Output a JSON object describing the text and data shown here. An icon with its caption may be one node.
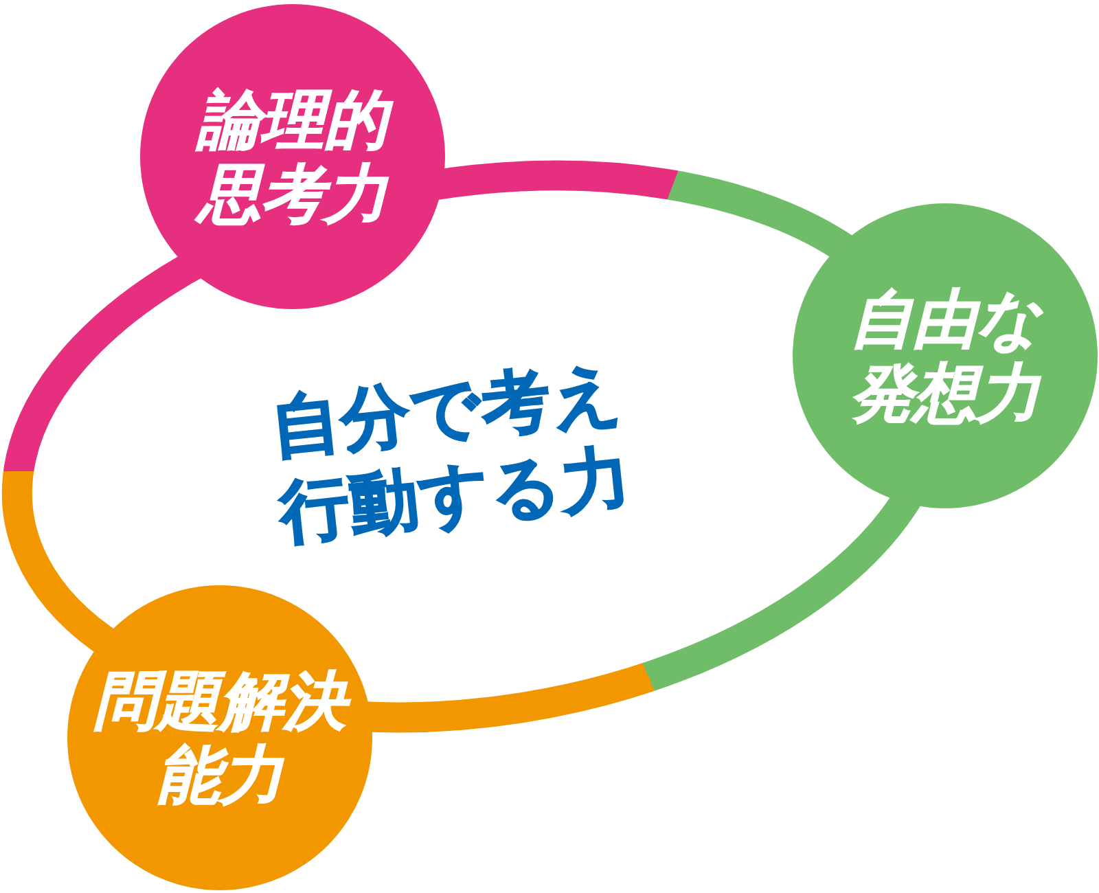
{
  "diagram": {
    "nodes": [
      {
        "text": [
          "論理的思考力"
        ]
      },
      {
        "text": [
          "自由な発想力"
        ]
      },
      {
        "text": [
          "問題解決能力"
        ]
      }
    ],
    "edges": [
      {
        "from": 0,
        "to": 1,
        "arrow": "none"
      },
      {
        "from": 1,
        "to": 2,
        "arrow": "none"
      },
      {
        "from": 2,
        "to": 0,
        "arrow": "none"
      }
    ],
    "labels": [
      "自分で考え行動する力"
    ]
  }
}
